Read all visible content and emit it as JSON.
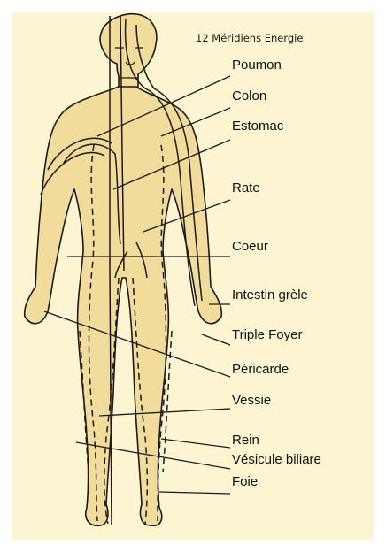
{
  "title": "12 Méridiens Energie",
  "meridians": [
    "Poumon",
    "Colon",
    "Estomac",
    "Rate",
    "Coeur",
    "Intestin grèle",
    "Triple Foyer",
    "Péricarde",
    "Vessie",
    "Rein",
    "Vésicule biliare",
    "Foie"
  ],
  "colors": {
    "background": "#fdf5d2",
    "body_fill": "#f1dc9c",
    "line": "#1a1a1a"
  }
}
